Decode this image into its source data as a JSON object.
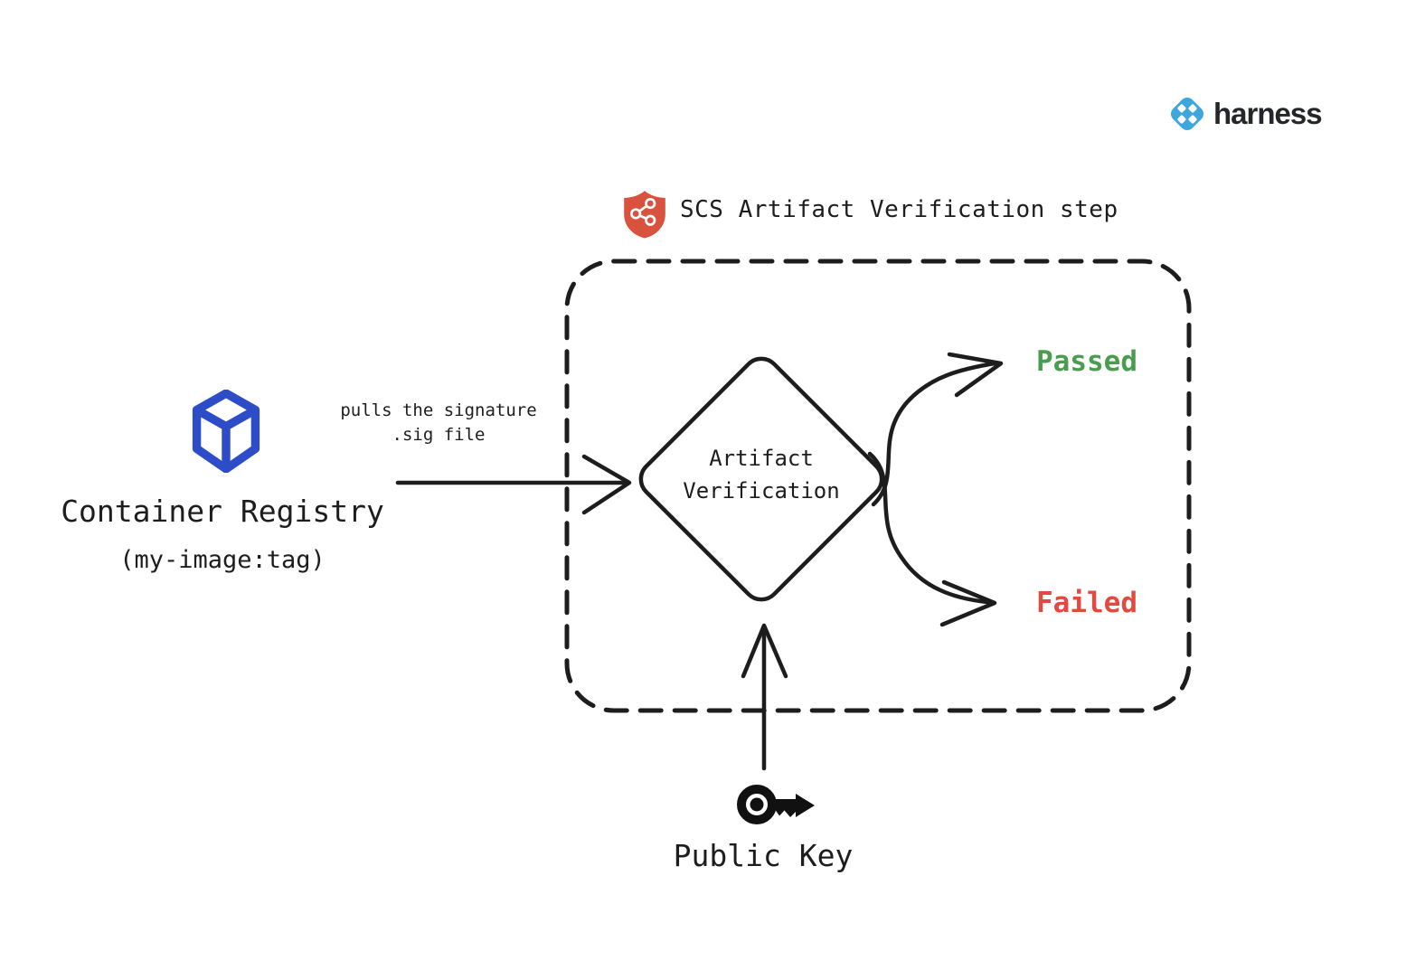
{
  "page": {
    "background": "#ffffff",
    "ink": "#1d1d1d"
  },
  "brand": {
    "wordmark": "harness",
    "logo_icon": "harness-logo-icon",
    "logo_color": "#3da6dd"
  },
  "step_box": {
    "title": "SCS Artifact Verification step",
    "shield_icon": "shield-graph-icon",
    "shield_color": "#d8523e"
  },
  "nodes": {
    "registry": {
      "title": "Container Registry",
      "subtitle": "(my-image:tag)",
      "cube_icon": "cube-icon",
      "cube_color": "#2d4cc8"
    },
    "decision": {
      "line1": "Artifact",
      "line2": "Verification"
    },
    "public_key": {
      "label": "Public Key",
      "key_icon": "key-icon",
      "key_color": "#111111"
    }
  },
  "edges": {
    "pull": {
      "label_line1": "pulls the signature",
      "label_line2": ".sig file"
    },
    "passed": {
      "label": "Passed",
      "color": "#4a9d4f"
    },
    "failed": {
      "label": "Failed",
      "color": "#e2493f"
    }
  }
}
